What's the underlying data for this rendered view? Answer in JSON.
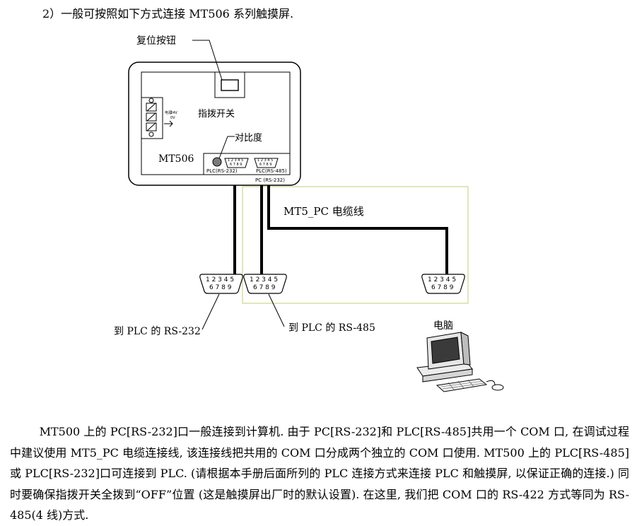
{
  "heading": "2）一般可按照如下方式连接 MT506 系列触摸屏.",
  "diagram": {
    "reset_button_label": "复位按钮",
    "dip_switch_label": "指拨开关",
    "contrast_label": "对比度",
    "device_model": "MT506",
    "port_plc_rs232": "PLC(RS-232)",
    "port_plc_rs485": "PLC(RS-485)",
    "port_pc_rs232": "PC (RS-232)",
    "power_labels": [
      "电源",
      "24V",
      "0V"
    ],
    "cable_label": "MT5_PC 电缆线",
    "db9_top_pins": "1 2 3 4 5",
    "db9_bottom_pins": "6 7 8 9",
    "to_plc_rs232": "到 PLC 的 RS-232",
    "to_plc_rs485": "到 PLC 的 RS-485",
    "computer_label": "电脑"
  },
  "paragraph": "MT500 上的 PC[RS-232]口一般连接到计算机. 由于 PC[RS-232]和 PLC[RS-485]共用一个 COM 口, 在调试过程中建议使用 MT5_PC 电缆连接线, 该连接线把共用的 COM 口分成两个独立的 COM 口使用. MT500 上的 PLC[RS-485]或 PLC[RS-232]口可连接到 PLC. (请根据本手册后面所列的 PLC 连接方式来连接 PLC 和触摸屏, 以保证正确的连接.) 同时要确保指拨开关全拨到“OFF”位置 (这是触摸屏出厂时的默认设置). 在这里, 我们把 COM 口的 RS-422 方式等同为 RS-485(4 线)方式.",
  "colors": {
    "cable_box": "#c9d98a",
    "line": "#000000",
    "led": "#7a7a7a"
  }
}
